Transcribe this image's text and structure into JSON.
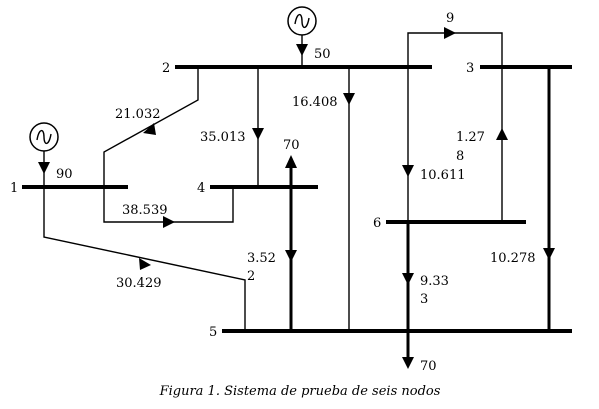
{
  "buses": [
    "1",
    "2",
    "3",
    "4",
    "5",
    "6"
  ],
  "junction": "9",
  "generation": {
    "bus1": "90",
    "bus2": "50"
  },
  "loads": {
    "bus4": "70",
    "bus5": "70"
  },
  "flows": {
    "f1_2": "21.032",
    "f1_4": "38.539",
    "f1_5": "30.429",
    "f2_4": "35.013",
    "f2_5": "16.408",
    "f3_6_a": "1.27",
    "f3_6_b": "8",
    "f3_5": "10.278",
    "f9_6": "10.611",
    "f6_5_a": "9.33",
    "f6_5_b": "3",
    "f4_5_a": "3.52",
    "f4_5_b": "2"
  },
  "caption": "Figura 1. Sistema de prueba de seis nodos"
}
